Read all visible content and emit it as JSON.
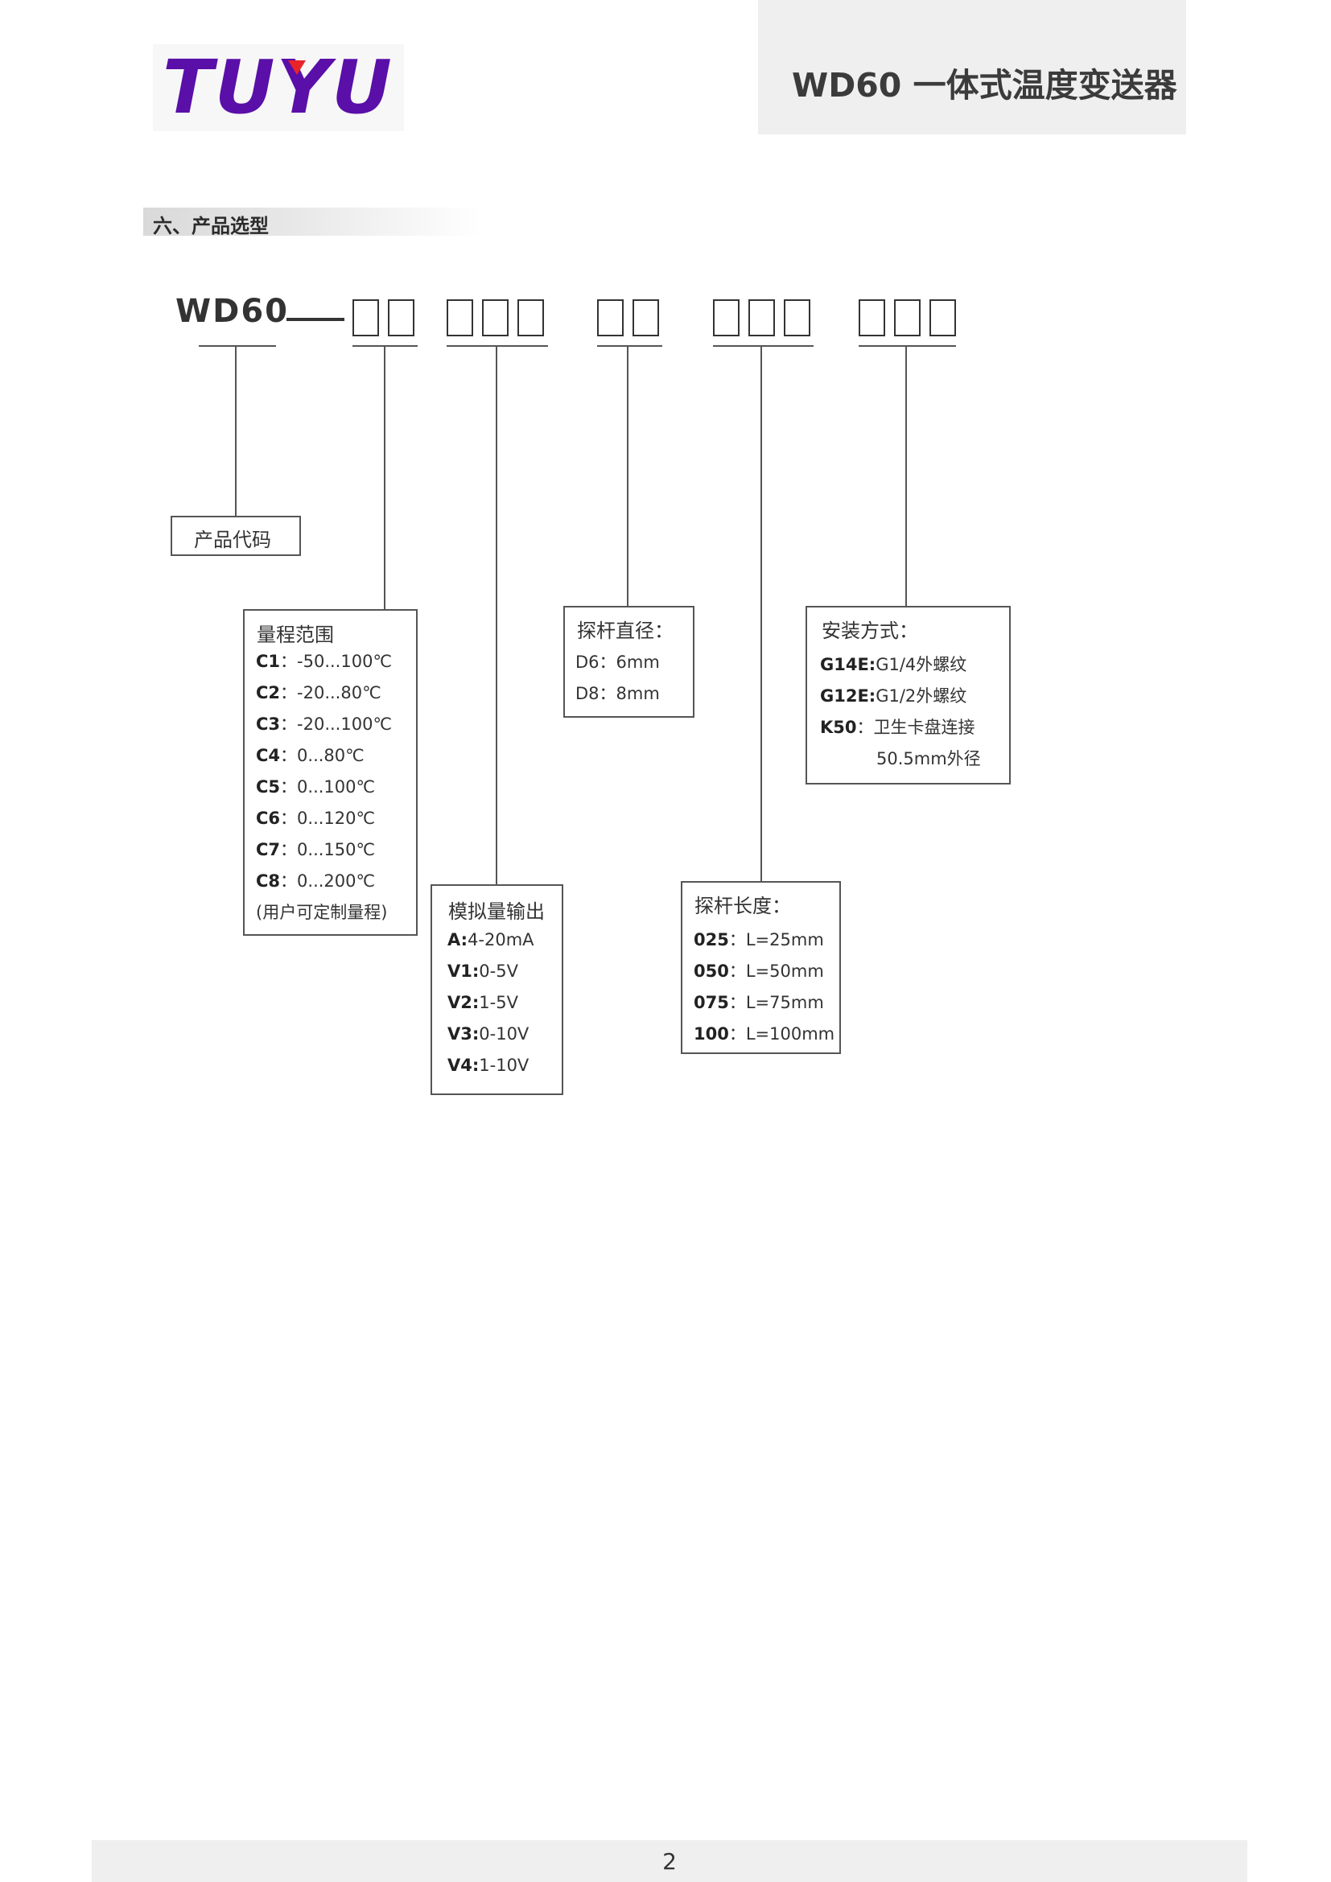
{
  "header": {
    "logo_text": "TUYU",
    "title": "WD60 一体式温度变送器"
  },
  "section": {
    "title": "六、产品选型"
  },
  "model": {
    "code": "WD60"
  },
  "boxes": {
    "product_code": {
      "title": "产品代码"
    },
    "range": {
      "title": "量程范围",
      "items": [
        {
          "key": "C1",
          "sep": "：",
          "value": "-50...100℃"
        },
        {
          "key": "C2",
          "sep": "：",
          "value": "-20...80℃"
        },
        {
          "key": "C3",
          "sep": "：",
          "value": "-20...100℃"
        },
        {
          "key": "C4",
          "sep": "：",
          "value": "0...80℃"
        },
        {
          "key": "C5",
          "sep": "：",
          "value": "0...100℃"
        },
        {
          "key": "C6",
          "sep": "：",
          "value": "0...120℃"
        },
        {
          "key": "C7",
          "sep": "：",
          "value": "0...150℃"
        },
        {
          "key": "C8",
          "sep": "：",
          "value": "0...200℃"
        }
      ],
      "note": "(用户可定制量程)"
    },
    "output": {
      "title": "模拟量输出",
      "items": [
        {
          "key": "A:",
          "value": "4-20mA"
        },
        {
          "key": "V1:",
          "value": "0-5V"
        },
        {
          "key": "V2:",
          "value": "1-5V"
        },
        {
          "key": "V3:",
          "value": "0-10V"
        },
        {
          "key": "V4:",
          "value": "1-10V"
        }
      ]
    },
    "diameter": {
      "title": "探杆直径：",
      "items": [
        {
          "text": "D6：6mm"
        },
        {
          "text": "D8：8mm"
        }
      ]
    },
    "length": {
      "title": "探杆长度：",
      "items": [
        {
          "key": "025",
          "sep": "：",
          "value": "L=25mm"
        },
        {
          "key": "050",
          "sep": "：",
          "value": "L=50mm"
        },
        {
          "key": "075",
          "sep": "：",
          "value": "L=75mm"
        },
        {
          "key": "100",
          "sep": "：",
          "value": "L=100mm"
        }
      ]
    },
    "mount": {
      "title": "安装方式：",
      "items": [
        {
          "key": "G14E:",
          "value": "G1/4外螺纹"
        },
        {
          "key": "G12E:",
          "value": "G1/2外螺纹"
        },
        {
          "key": "K50",
          "sep": "：",
          "value": "卫生卡盘连接"
        }
      ],
      "extra": "50.5mm外径"
    }
  },
  "footer": {
    "page_number": "2"
  }
}
